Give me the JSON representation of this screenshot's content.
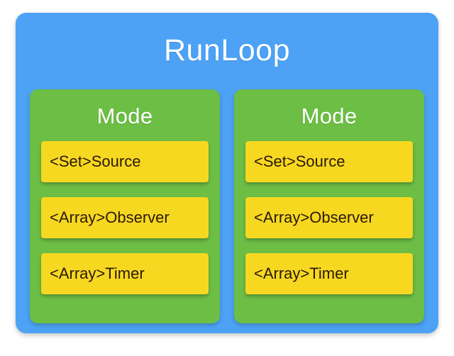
{
  "diagram": {
    "title": "RunLoop",
    "modes": [
      {
        "title": "Mode",
        "items": [
          {
            "label": "<Set>Source"
          },
          {
            "label": "<Array>Observer"
          },
          {
            "label": "<Array>Timer"
          }
        ]
      },
      {
        "title": "Mode",
        "items": [
          {
            "label": "<Set>Source"
          },
          {
            "label": "<Array>Observer"
          },
          {
            "label": "<Array>Timer"
          }
        ]
      }
    ]
  },
  "colors": {
    "background": "#ffffff",
    "runloop_blue": "#4da2f5",
    "mode_green": "#6cbe45",
    "item_yellow": "#f7d821",
    "item_text": "#2b1a07",
    "title_text": "#ffffff"
  }
}
